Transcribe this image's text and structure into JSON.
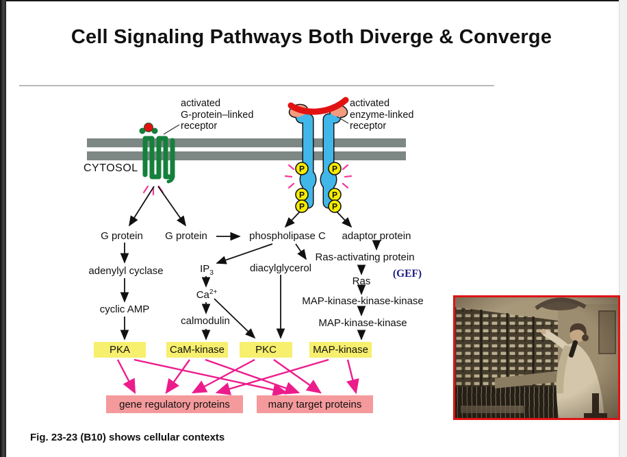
{
  "page": {
    "title": "Cell Signaling Pathways Both Diverge & Converge",
    "caption": "Fig. 23-23 (B10) shows cellular contexts"
  },
  "diagram": {
    "cytosol_label": "CYTOSOL",
    "receptor_labels": {
      "gpcr": "activated\nG-protein–linked\nreceptor",
      "enzyme": "activated\nenzyme-linked\nreceptor"
    },
    "phosphate_symbol": "P",
    "nodes": {
      "g_protein_1": "G protein",
      "g_protein_2": "G protein",
      "phospholipase_c": "phospholipase C",
      "adaptor_protein": "adaptor protein",
      "adenylyl_cyclase": "adenylyl cyclase",
      "ip3_base": "IP",
      "ip3_sub": "3",
      "diacylglycerol": "diacylglycerol",
      "ras_activating_protein": "Ras-activating protein",
      "gef": "(GEF)",
      "ras": "Ras",
      "ca_base": "Ca",
      "ca_sup": "2+",
      "map_kinase_kinase_kinase": "MAP-kinase-kinase-kinase",
      "calmodulin": "calmodulin",
      "map_kinase_kinase": "MAP-kinase-kinase",
      "cyclic_amp": "cyclic AMP"
    },
    "kinase_boxes": [
      "PKA",
      "CaM-kinase",
      "PKC",
      "MAP-kinase"
    ],
    "target_boxes": [
      "gene regulatory proteins",
      "many target proteins"
    ],
    "colors": {
      "kinase_box": "#f7ef6e",
      "target_box": "#f59a9c",
      "membrane_gray": "#7d8784",
      "receptor_green": "#15803c",
      "receptor_blue": "#41b6e9",
      "phosphate_yellow": "#f6ec00",
      "ligand_red": "#e21212",
      "ligand_salmon": "#f29b7f",
      "arrow_black": "#111111",
      "arrow_pink": "#ec1c8c"
    }
  },
  "photo": {
    "alt": "vintage photo of a telephone switchboard operator",
    "border_color": "#de1414"
  }
}
